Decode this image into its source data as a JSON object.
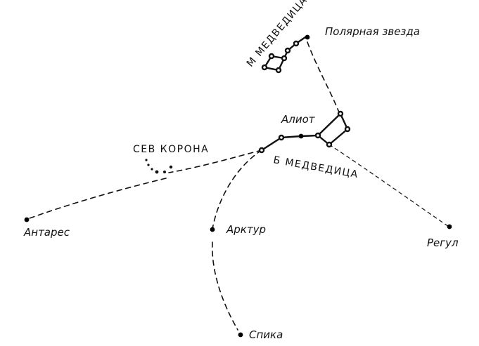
{
  "stars": {
    "polaris": "Полярная звезда",
    "alioth": "Алиот",
    "antares": "Антарес",
    "arcturus": "Арктур",
    "regulus": "Регул",
    "spica": "Спика"
  },
  "constellations": {
    "ursa_minor": "М МЕДВЕДИЦА",
    "ursa_major": "Б МЕДВЕДИЦА",
    "corona_borealis": "СЕВ КОРОНА"
  },
  "colors": {
    "ink": "#111111",
    "background": "#ffffff"
  }
}
